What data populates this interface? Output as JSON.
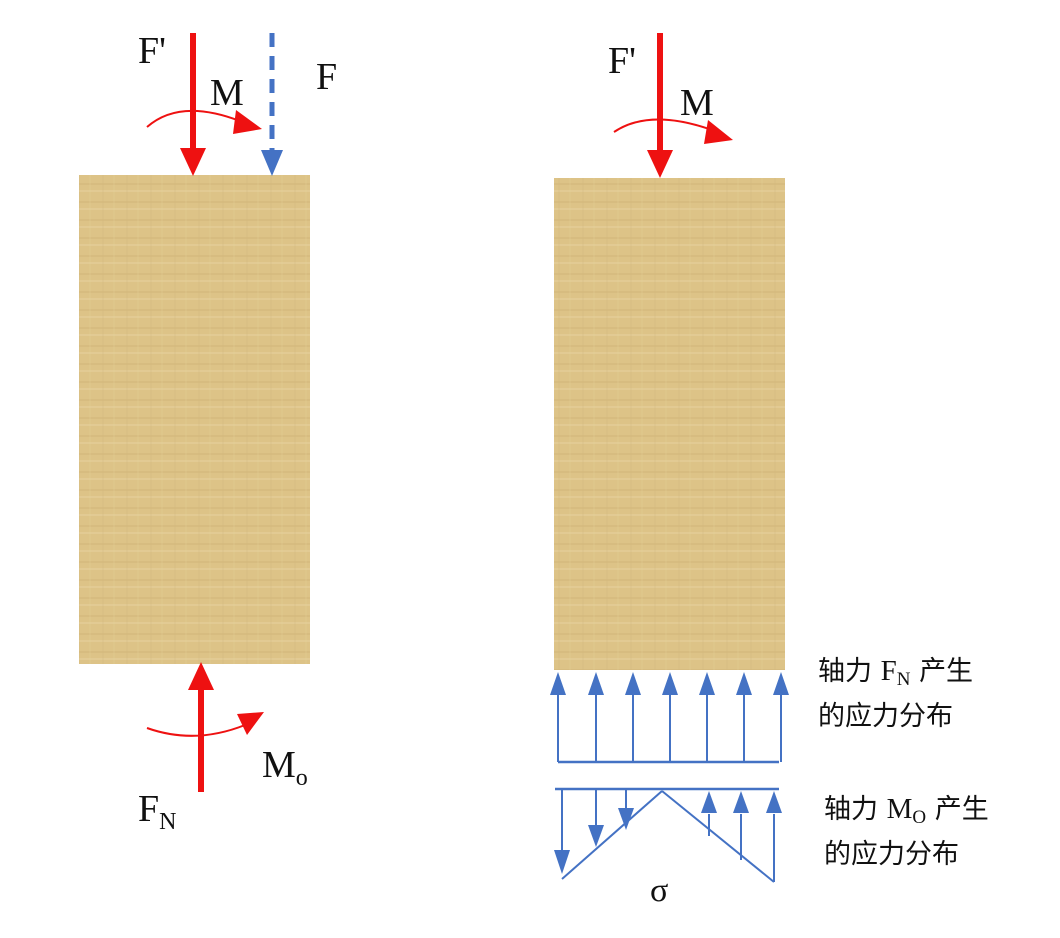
{
  "colors": {
    "force_red": "#ee1111",
    "force_blue": "#4472c4",
    "wood": "#ddc387",
    "ink": "#111111"
  },
  "left_figure": {
    "f_prime": "F'",
    "m": "M",
    "f": "F",
    "m_o_main": "M",
    "m_o_sub": "o",
    "f_n_main": "F",
    "f_n_sub": "N"
  },
  "right_figure": {
    "f_prime": "F'",
    "m": "M",
    "sigma": "σ",
    "axial_note": {
      "pre": "轴力",
      "sym": "F",
      "sub": "N",
      "post": "产生",
      "line2": "的应力分布"
    },
    "moment_note": {
      "pre": "轴力",
      "sym": "M",
      "sub": "O",
      "post": "产生",
      "line2": "的应力分布"
    }
  }
}
